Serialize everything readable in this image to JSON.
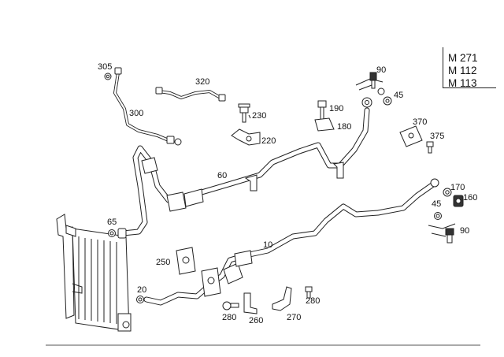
{
  "engines": [
    "M 271",
    "M 112",
    "M 113"
  ],
  "callouts": {
    "c305": "305",
    "c320": "320",
    "c300": "300",
    "c230": "230",
    "c220": "220",
    "c190": "190",
    "c180": "180",
    "c90a": "90",
    "c45a": "45",
    "c370": "370",
    "c375": "375",
    "c60": "60",
    "c170": "170",
    "c160": "160",
    "c45b": "45",
    "c90b": "90",
    "c65": "65",
    "c10": "10",
    "c250": "250",
    "c20": "20",
    "c280a": "280",
    "c260": "260",
    "c270": "270",
    "c280b": "280"
  }
}
